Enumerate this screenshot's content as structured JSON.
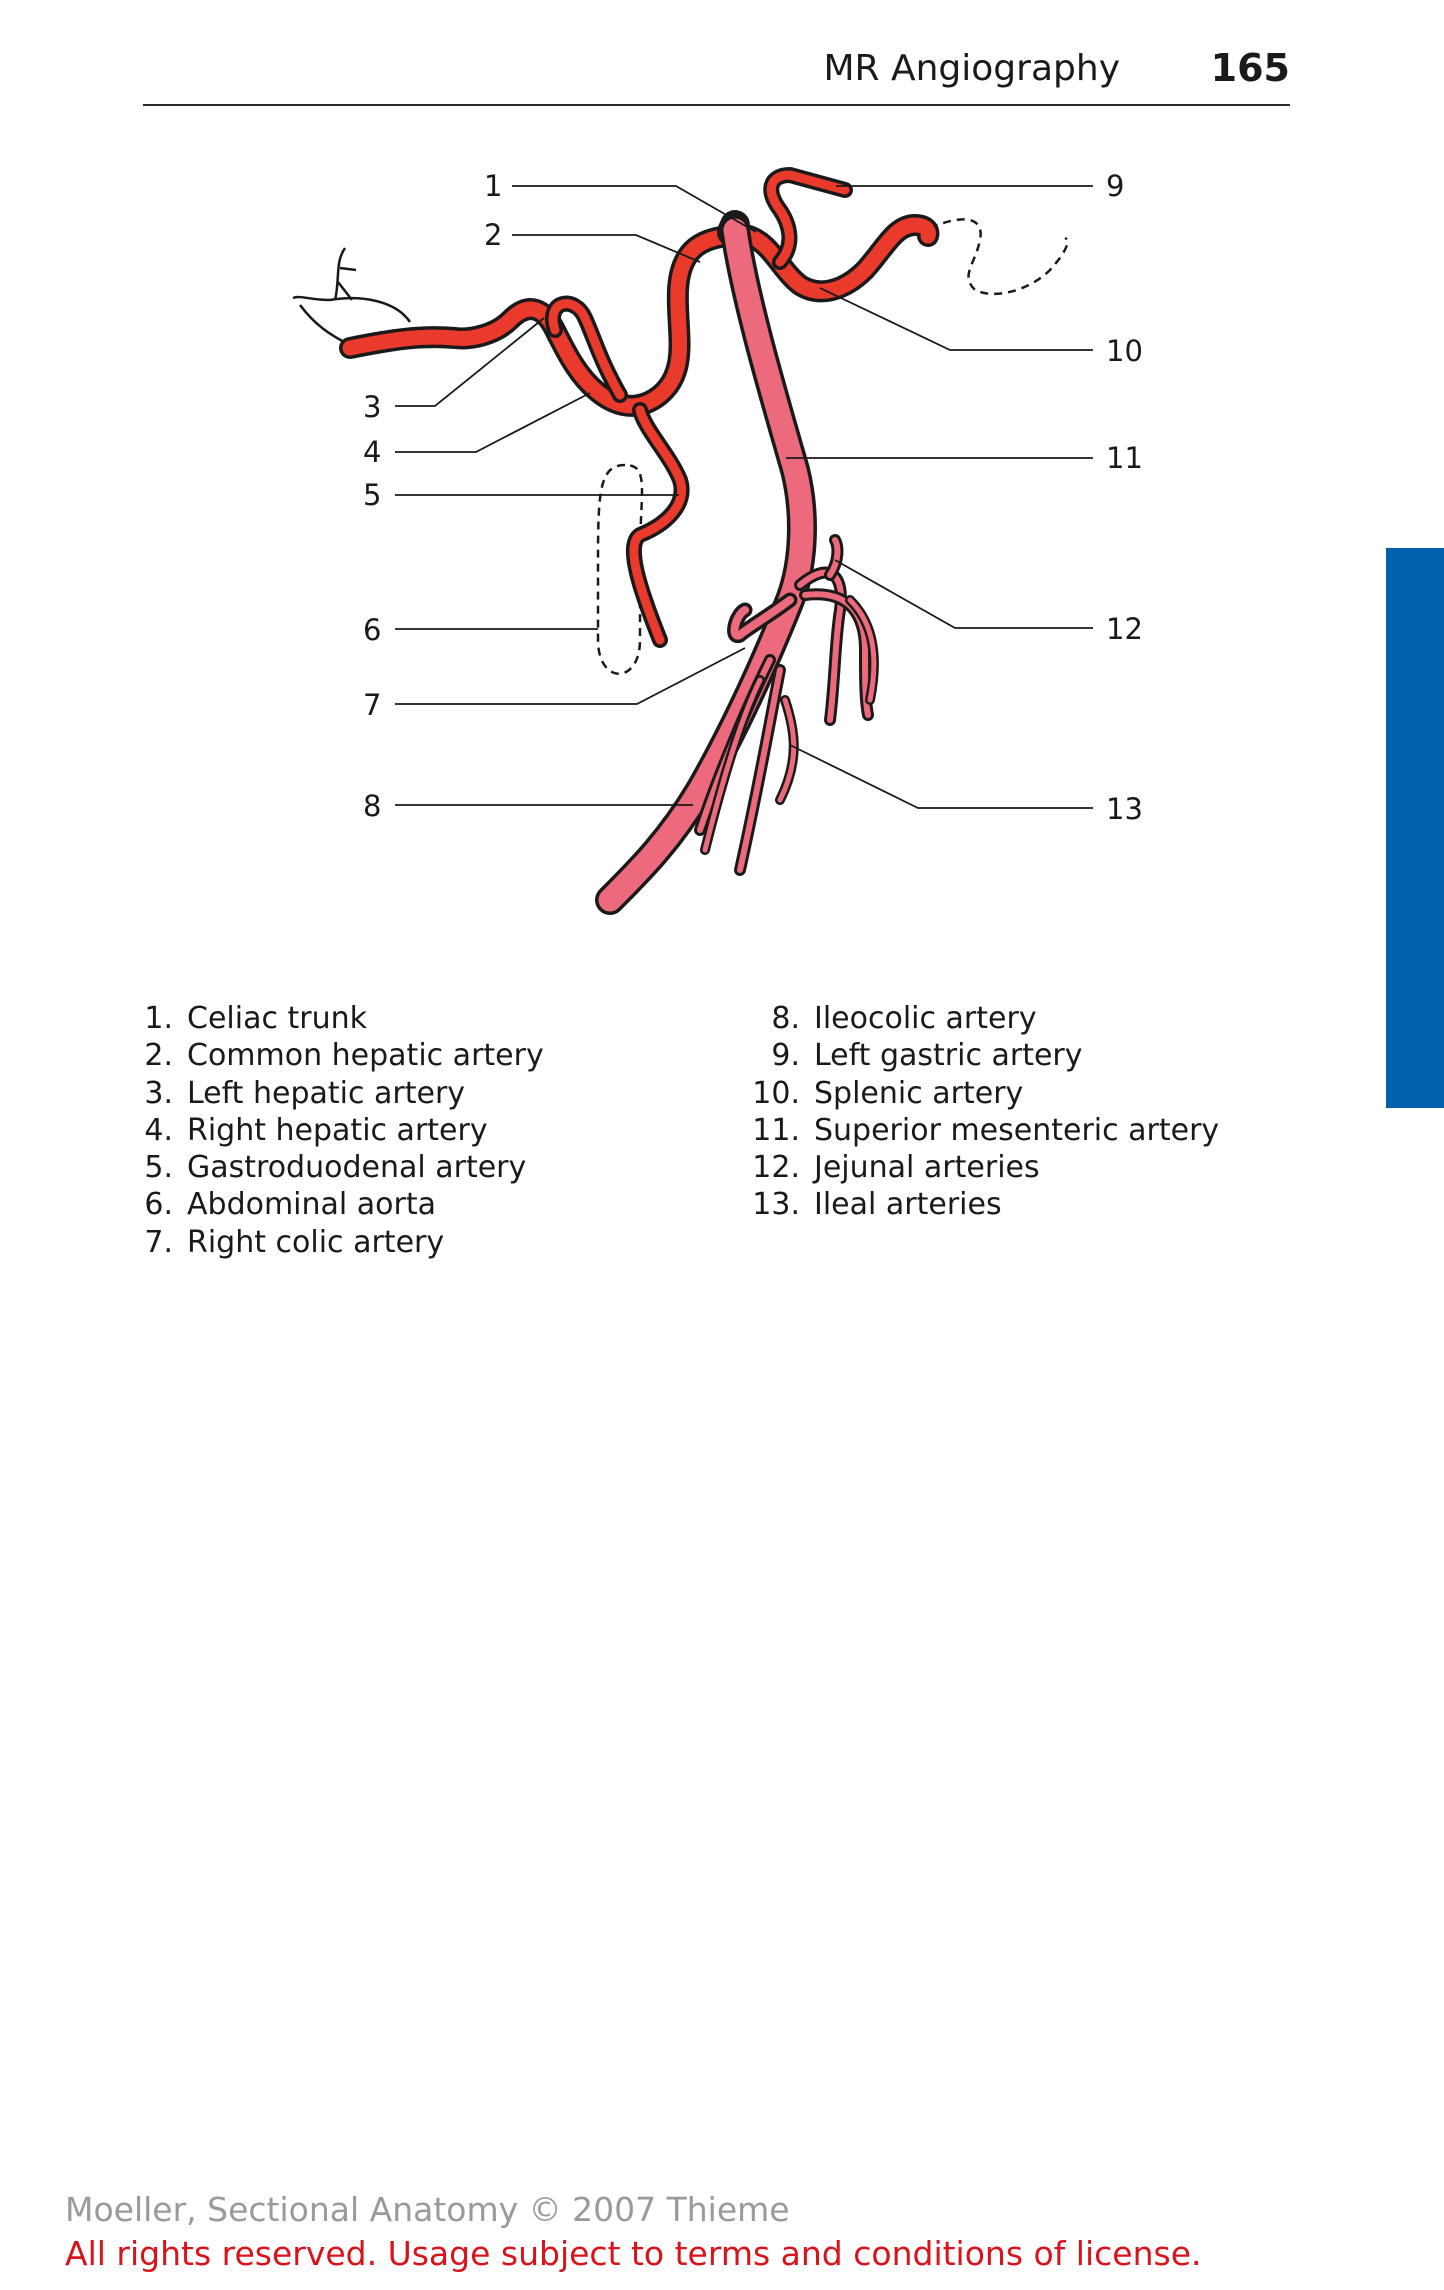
{
  "header": {
    "title": "MR Angiography",
    "page_number": "165"
  },
  "figure": {
    "callouts": {
      "c1": "1",
      "c2": "2",
      "c3": "3",
      "c4": "4",
      "c5": "5",
      "c6": "6",
      "c7": "7",
      "c8": "8",
      "c9": "9",
      "c10": "10",
      "c11": "11",
      "c12": "12",
      "c13": "13"
    }
  },
  "legend": {
    "left": [
      {
        "num": "1",
        "label": "Celiac trunk"
      },
      {
        "num": "2",
        "label": "Common hepatic artery"
      },
      {
        "num": "3",
        "label": "Left hepatic artery"
      },
      {
        "num": "4",
        "label": "Right hepatic artery"
      },
      {
        "num": "5",
        "label": "Gastroduodenal artery"
      },
      {
        "num": "6",
        "label": "Abdominal aorta"
      },
      {
        "num": "7",
        "label": "Right colic artery"
      }
    ],
    "right": [
      {
        "num": "8",
        "label": "Ileocolic artery"
      },
      {
        "num": "9",
        "label": "Left gastric artery"
      },
      {
        "num": "10",
        "label": "Splenic artery"
      },
      {
        "num": "11",
        "label": "Superior mesenteric artery"
      },
      {
        "num": "12",
        "label": "Jejunal arteries"
      },
      {
        "num": "13",
        "label": "Ileal arteries"
      }
    ]
  },
  "footer": {
    "copyright": "Moeller, Sectional Anatomy © 2007 Thieme",
    "license": "All rights reserved. Usage subject to terms and conditions of license."
  },
  "colors": {
    "artery": "#ea3a2c",
    "mesenteric": "#ec6a7c",
    "outline": "#1a1a1a",
    "side_tab": "#0060ac",
    "license_text": "#d9131b"
  }
}
